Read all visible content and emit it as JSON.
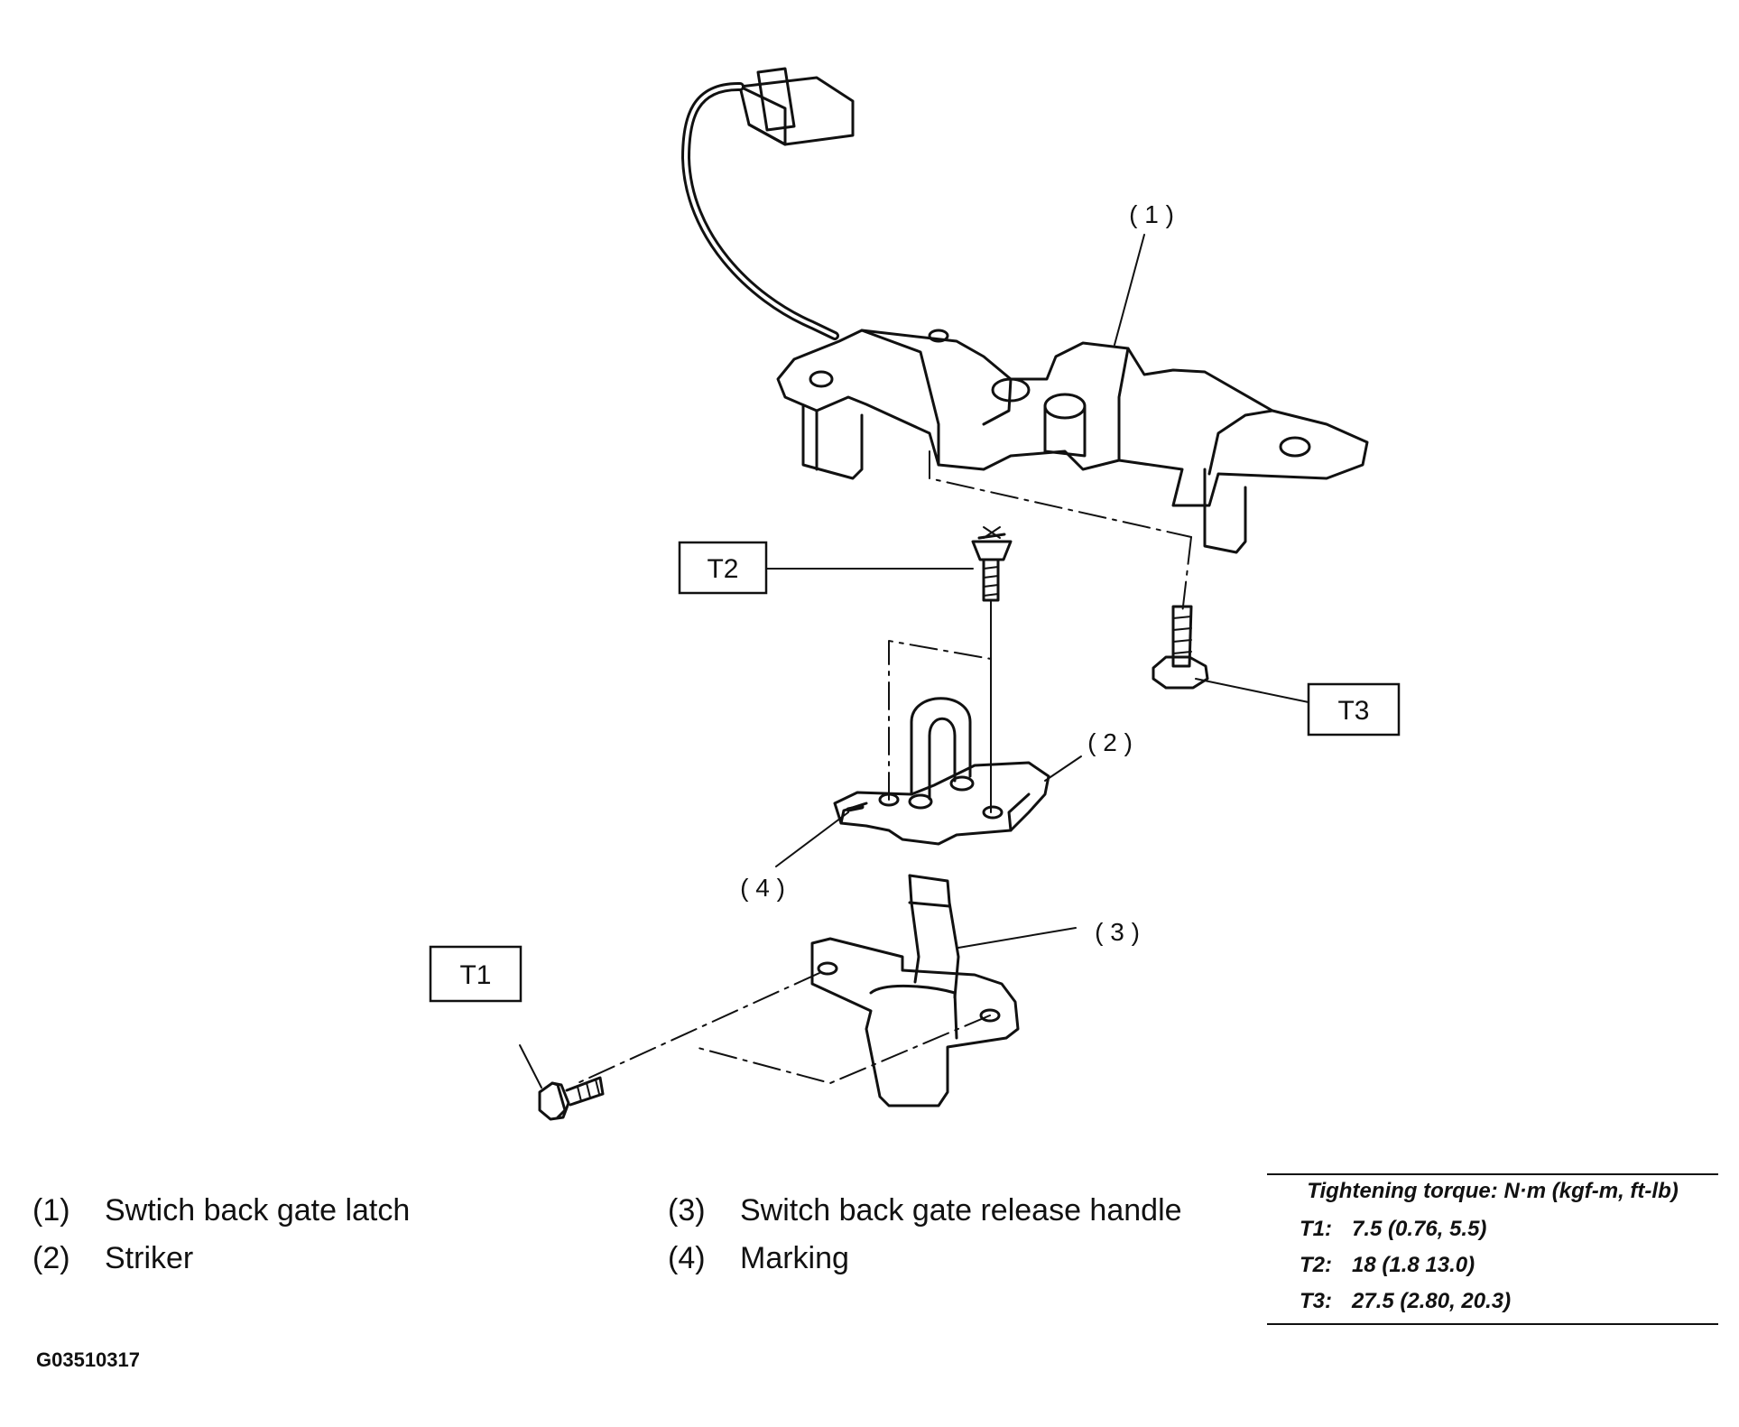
{
  "callouts": {
    "c1": "( 1 )",
    "c2": "( 2 )",
    "c3": "( 3 )",
    "c4": "( 4 )"
  },
  "torque_boxes": {
    "t1": "T1",
    "t2": "T2",
    "t3": "T3"
  },
  "legend": [
    {
      "num": "(1)",
      "label": "Swtich back gate latch"
    },
    {
      "num": "(2)",
      "label": "Striker"
    },
    {
      "num": "(3)",
      "label": "Switch back gate release handle"
    },
    {
      "num": "(4)",
      "label": "Marking"
    }
  ],
  "torque_table": {
    "title": "Tightening torque: N·m (kgf-m, ft-lb)",
    "rows": [
      {
        "key": "T1:",
        "value": "7.5 (0.76, 5.5)"
      },
      {
        "key": "T2:",
        "value": "18 (1.8 13.0)"
      },
      {
        "key": "T3:",
        "value": "27.5 (2.80, 20.3)"
      }
    ]
  },
  "figure_code": "G03510317"
}
